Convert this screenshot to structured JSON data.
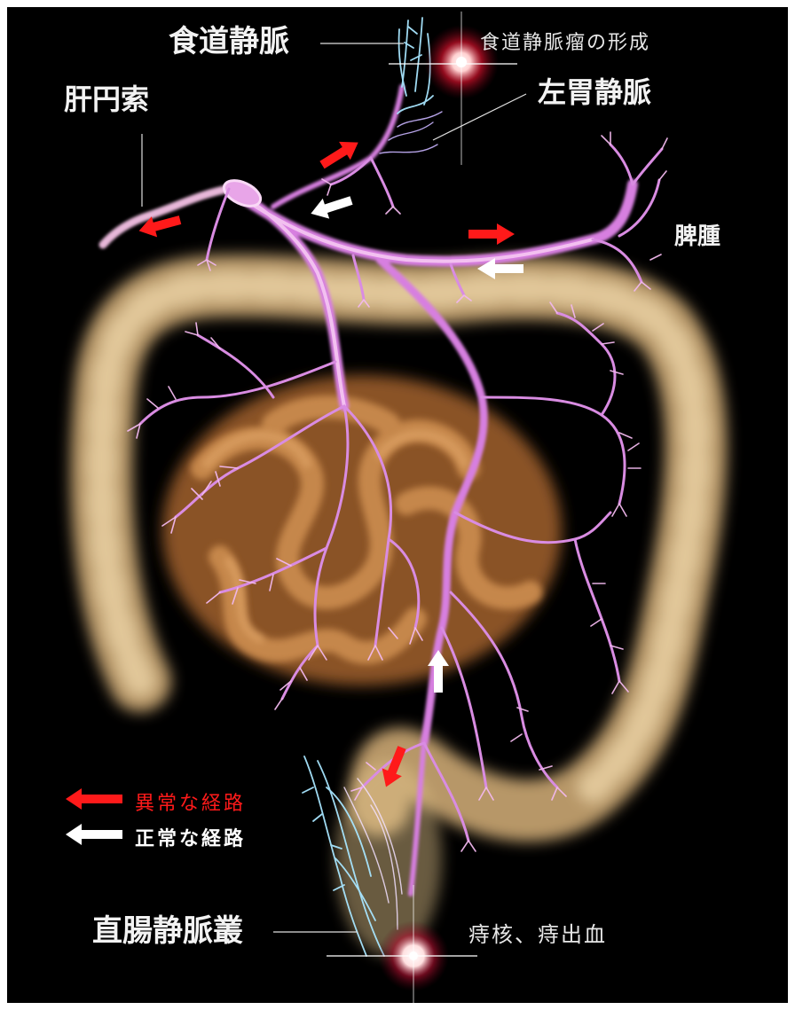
{
  "labels": {
    "esophageal_vein": "食道静脈",
    "varix_formation": "食道静脈瘤の形成",
    "round_ligament": "肝円索",
    "left_gastric_vein": "左胃静脈",
    "splenomegaly": "脾腫",
    "rectal_plexus": "直腸静脈叢",
    "hemorrhoid": "痔核、痔出血"
  },
  "legend": {
    "abnormal": "異常な経路",
    "normal": "正常な経路"
  },
  "colors": {
    "abnormal_arrow": "#ff1a1a",
    "normal_arrow": "#ffffff",
    "vein": "#e08be8",
    "vein_highlight": "#f7c6f5",
    "esophageal_vessel": "#9fe3ff",
    "intestine": "#c98a4e",
    "colon": "#e6c48a",
    "background": "#000000"
  }
}
